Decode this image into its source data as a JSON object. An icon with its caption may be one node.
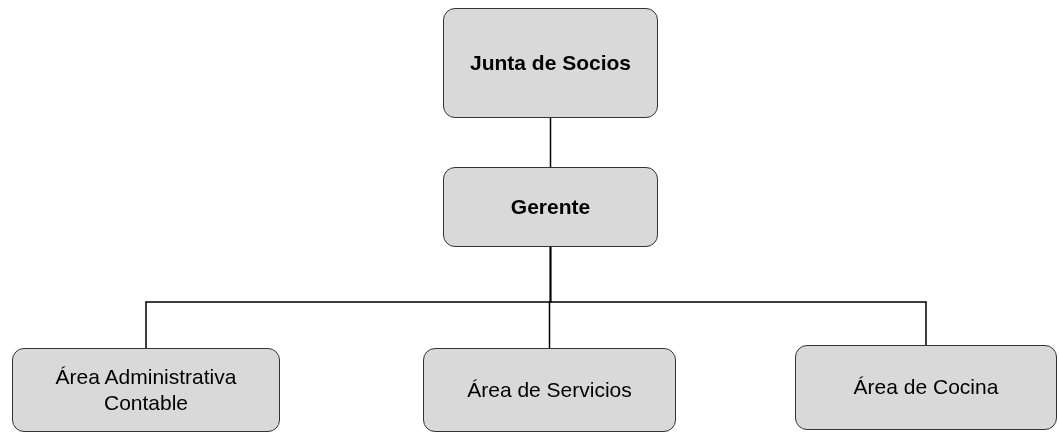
{
  "diagram": {
    "nodes": [
      {
        "text": [
          "Junta de Socios"
        ]
      },
      {
        "text": [
          "Gerente"
        ]
      },
      {
        "text": [
          "Área Administrativa Contable"
        ]
      },
      {
        "text": [
          "Área de Servicios"
        ]
      },
      {
        "text": [
          "Área de Cocina"
        ]
      }
    ],
    "edges": [
      {
        "from": 0,
        "to": 1,
        "arrow": "none"
      },
      {
        "from": 1,
        "to": 2,
        "arrow": "none"
      },
      {
        "from": 1,
        "to": 3,
        "arrow": "none"
      },
      {
        "from": 1,
        "to": 4,
        "arrow": "none"
      }
    ]
  }
}
